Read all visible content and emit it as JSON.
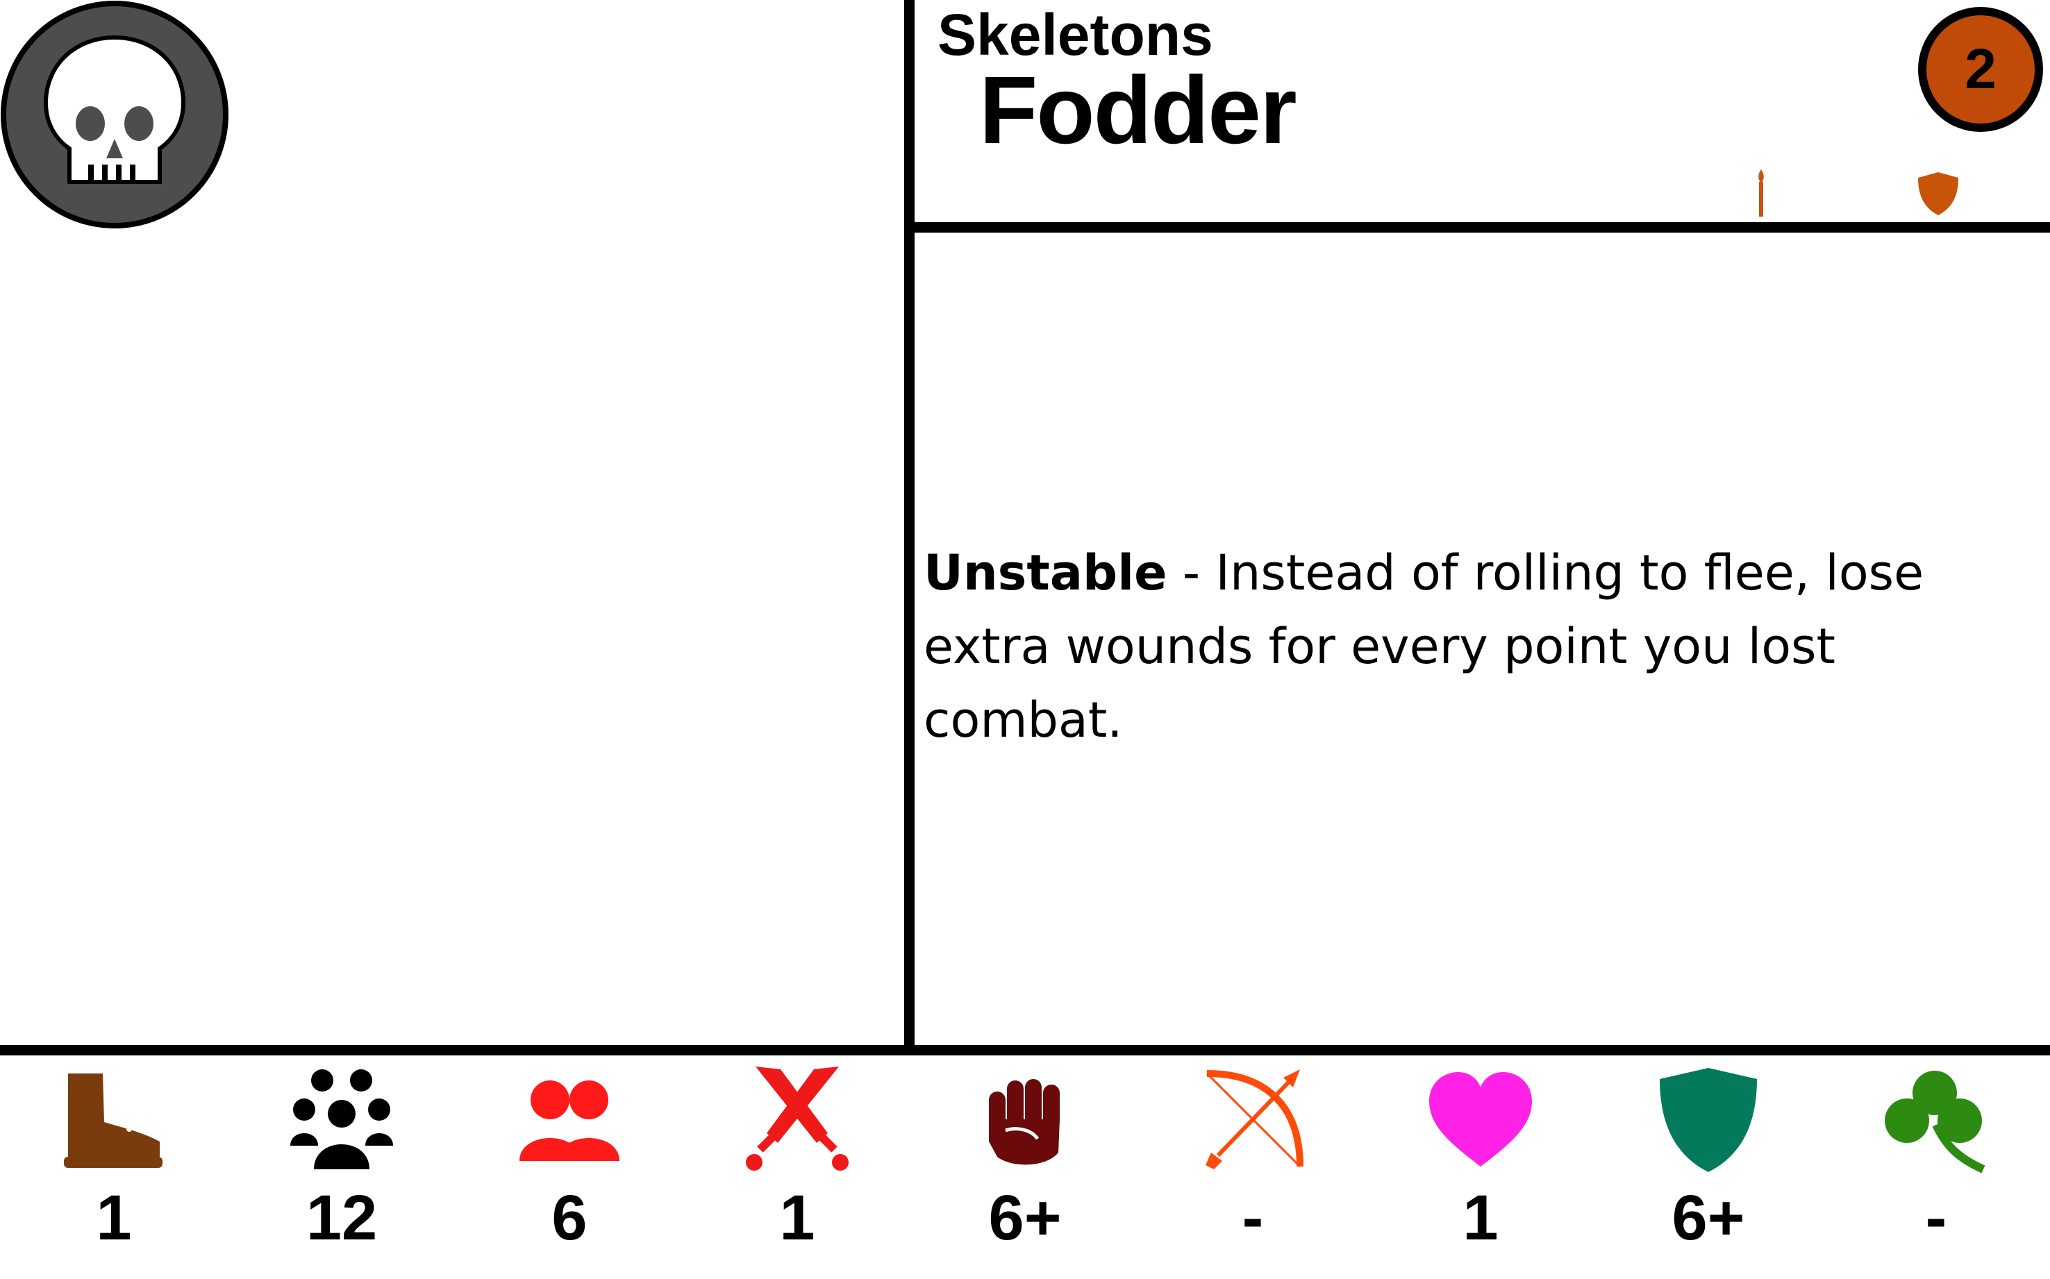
{
  "unit": {
    "faction": "Skeletons",
    "name": "Fodder",
    "cost": "2",
    "equipment": [
      "spear-icon",
      "shield-icon"
    ]
  },
  "rules": [
    {
      "name": "Unstable",
      "separator": " - ",
      "text": "Instead of rolling to flee, lose extra wounds for every point you lost combat."
    }
  ],
  "stats": [
    {
      "icon": "boot-icon",
      "value": "1",
      "color": "#7a3c0c"
    },
    {
      "icon": "group-icon",
      "value": "12",
      "color": "#000000"
    },
    {
      "icon": "silhouettes-icon",
      "value": "6",
      "color": "#ff1a1a"
    },
    {
      "icon": "crossed-swords-icon",
      "value": "1",
      "color": "#ee1a1a"
    },
    {
      "icon": "fist-icon",
      "value": "6+",
      "color": "#6b0a0a"
    },
    {
      "icon": "bow-icon",
      "value": "-",
      "color": "#ff4b0a"
    },
    {
      "icon": "heart-icon",
      "value": "1",
      "color": "#ff22e6"
    },
    {
      "icon": "shield-icon",
      "value": "6+",
      "color": "#037a5c"
    },
    {
      "icon": "clover-icon",
      "value": "-",
      "color": "#2e8b12"
    }
  ],
  "colors": {
    "emblem": "#4d4d4d",
    "cost_badge": "#c04a08",
    "equipment": "#c8540a"
  }
}
